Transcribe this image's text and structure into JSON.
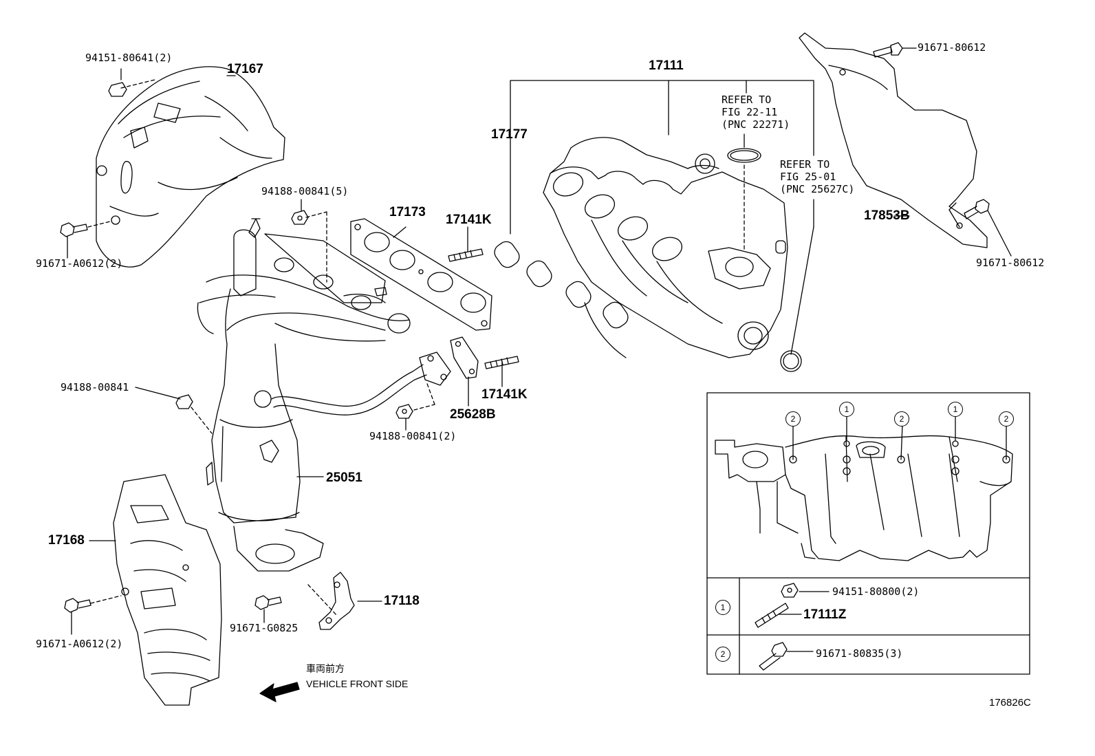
{
  "parts": {
    "p94151_80641": "94151-80641(2)",
    "p17167": "17167",
    "p91671_A0612_top": "91671-A0612(2)",
    "p94188_00841_5": "94188-00841(5)",
    "p17173": "17173",
    "p17141K_top": "17141K",
    "p17177": "17177",
    "p17111": "17111",
    "p91671_80612_top": "91671-80612",
    "p17853B": "17853B",
    "p91671_80612_bot": "91671-80612",
    "p94188_00841": "94188-00841",
    "p17141K_bot": "17141K",
    "p25628B": "25628B",
    "p94188_00841_2": "94188-00841(2)",
    "p25051": "25051",
    "p17168": "17168",
    "p91671_A0612_bot": "91671-A0612(2)",
    "p91671_G0825": "91671-G0825",
    "p17118": "17118",
    "p94151_80800": "94151-80800(2)",
    "p17111Z": "17111Z",
    "p91671_80835": "91671-80835(3)"
  },
  "refer1": {
    "line1": "REFER TO",
    "line2": "FIG 22-11",
    "line3": "(PNC 22271)"
  },
  "refer2": {
    "line1": "REFER TO",
    "line2": "FIG 25-01",
    "line3": "(PNC 25627C)"
  },
  "direction": {
    "jp": "車両前方",
    "en": "VEHICLE FRONT SIDE"
  },
  "figure_id": "176826C",
  "inset": {
    "marker1": "1",
    "marker2": "2"
  }
}
